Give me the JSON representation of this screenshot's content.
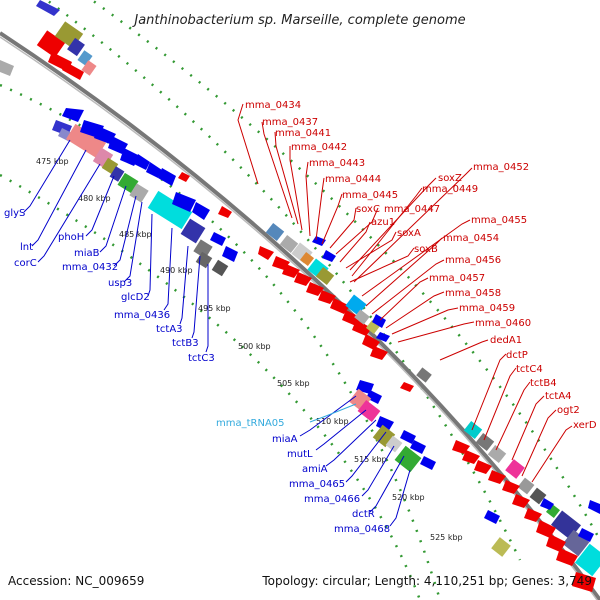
{
  "title": "Janthinobacterium sp. Marseille, complete genome",
  "accession_text": "Accession: NC_009659",
  "topology_text": "Topology: circular; Length: 4,110,251 bp; Genes: 3,749",
  "colors": {
    "forward_label": "#cc0000",
    "reverse_label": "#0000cc",
    "rna_label": "#33aadd",
    "backbone": "#888888",
    "tick": "#339933"
  },
  "kbp_ticks": [
    {
      "label": "475 kbp"
    },
    {
      "label": "480 kbp"
    },
    {
      "label": "485 kbp"
    },
    {
      "label": "490 kbp"
    },
    {
      "label": "495 kbp"
    },
    {
      "label": "500 kbp"
    },
    {
      "label": "505 kbp"
    },
    {
      "label": "510 kbp"
    },
    {
      "label": "515 kbp"
    },
    {
      "label": "520 kbp"
    },
    {
      "label": "525 kbp"
    }
  ],
  "forward_genes": [
    "mma_0434",
    "mma_0437",
    "mma_0441",
    "mma_0442",
    "mma_0443",
    "mma_0444",
    "mma_0445",
    "soxC",
    "mma_0447",
    "azu1",
    "soxA",
    "soxB",
    "soxZ",
    "mma_0449",
    "mma_0452",
    "mma_0455",
    "mma_0454",
    "mma_0456",
    "mma_0457",
    "mma_0458",
    "mma_0459",
    "mma_0460",
    "dedA1",
    "dctP",
    "tctC4",
    "tctB4",
    "tctA4",
    "ogt2",
    "xerD"
  ],
  "reverse_genes": [
    "glyS",
    "lnt",
    "corC",
    "phoH",
    "miaB",
    "mma_0432",
    "usp3",
    "glcD2",
    "mma_0436",
    "tctA3",
    "tctB3",
    "tctC3",
    "miaA",
    "mutL",
    "amiA",
    "mma_0465",
    "mma_0466",
    "dctR",
    "mma_0468"
  ],
  "rna_genes": [
    "mma_tRNA05"
  ]
}
